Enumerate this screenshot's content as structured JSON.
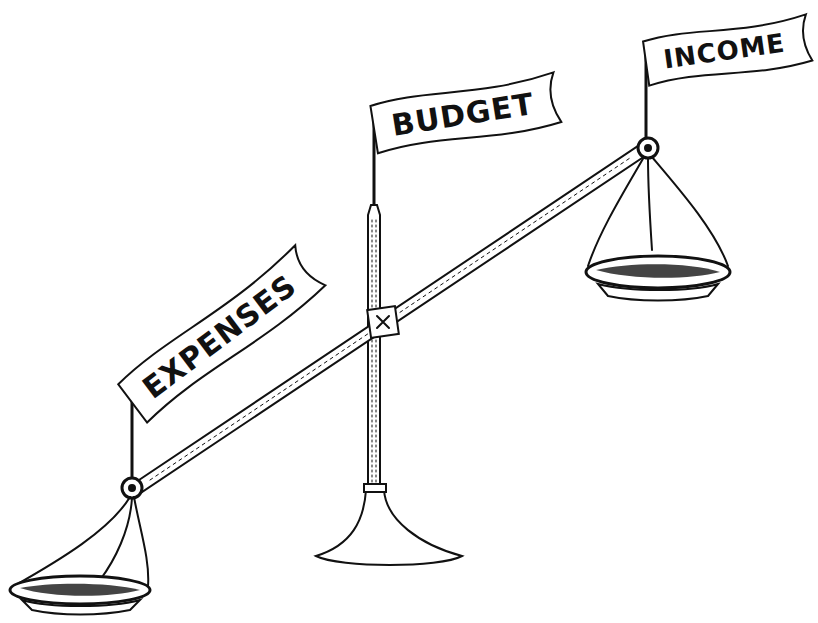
{
  "diagram": {
    "nodes": [
      {
        "text": [
          "EXPENSES"
        ]
      },
      {
        "text": [
          "BUDGET"
        ]
      },
      {
        "text": [
          "INCOME"
        ]
      }
    ]
  }
}
